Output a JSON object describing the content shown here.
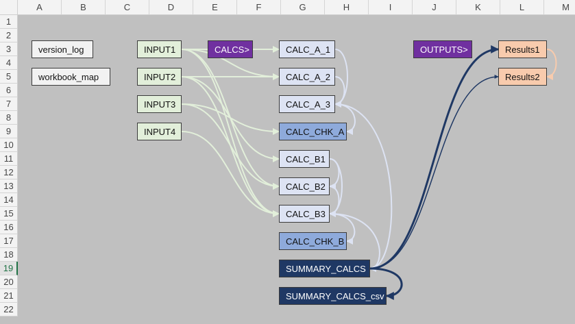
{
  "columns": [
    "A",
    "B",
    "C",
    "D",
    "E",
    "F",
    "G",
    "H",
    "I",
    "J",
    "K",
    "L",
    "M"
  ],
  "rows": [
    1,
    2,
    3,
    4,
    5,
    6,
    7,
    8,
    9,
    10,
    11,
    12,
    13,
    14,
    15,
    16,
    17,
    18,
    19,
    20,
    21,
    22
  ],
  "active_row": 19,
  "nodes": [
    {
      "id": "version_log",
      "label": "version_log",
      "kind": "plain"
    },
    {
      "id": "workbook_map",
      "label": "workbook_map",
      "kind": "plain"
    },
    {
      "id": "INPUT1",
      "label": "INPUT1",
      "kind": "input"
    },
    {
      "id": "INPUT2",
      "label": "INPUT2",
      "kind": "input"
    },
    {
      "id": "INPUT3",
      "label": "INPUT3",
      "kind": "input"
    },
    {
      "id": "INPUT4",
      "label": "INPUT4",
      "kind": "input"
    },
    {
      "id": "CALCS",
      "label": "CALCS>",
      "kind": "section"
    },
    {
      "id": "CALC_A_1",
      "label": "CALC_A_1",
      "kind": "calc"
    },
    {
      "id": "CALC_A_2",
      "label": "CALC_A_2",
      "kind": "calc"
    },
    {
      "id": "CALC_A_3",
      "label": "CALC_A_3",
      "kind": "calc"
    },
    {
      "id": "CALC_CHK_A",
      "label": "CALC_CHK_A",
      "kind": "chk"
    },
    {
      "id": "CALC_B1",
      "label": "CALC_B1",
      "kind": "calc"
    },
    {
      "id": "CALC_B2",
      "label": "CALC_B2",
      "kind": "calc"
    },
    {
      "id": "CALC_B3",
      "label": "CALC_B3",
      "kind": "calc"
    },
    {
      "id": "CALC_CHK_B",
      "label": "CALC_CHK_B",
      "kind": "chk"
    },
    {
      "id": "SUMMARY_CALCS",
      "label": "SUMMARY_CALCS",
      "kind": "summary"
    },
    {
      "id": "SUMMARY_CALCS_csv",
      "label": "SUMMARY_CALCS_csv",
      "kind": "summary"
    },
    {
      "id": "OUTPUTS",
      "label": "OUTPUTS>",
      "kind": "section"
    },
    {
      "id": "Results1",
      "label": "Results1",
      "kind": "result"
    },
    {
      "id": "Results2",
      "label": "Results2",
      "kind": "result"
    }
  ],
  "links": [
    {
      "from": "INPUT1",
      "to": "CALC_A_1",
      "group": "input"
    },
    {
      "from": "INPUT1",
      "to": "CALC_A_2",
      "group": "input"
    },
    {
      "from": "INPUT1",
      "to": "CALC_B2",
      "group": "input"
    },
    {
      "from": "INPUT1",
      "to": "CALC_B3",
      "group": "input"
    },
    {
      "from": "INPUT2",
      "to": "CALC_A_2",
      "group": "input"
    },
    {
      "from": "INPUT2",
      "to": "CALC_B1",
      "group": "input"
    },
    {
      "from": "INPUT2",
      "to": "CALC_B3",
      "group": "input"
    },
    {
      "from": "INPUT3",
      "to": "CALC_CHK_A",
      "group": "input"
    },
    {
      "from": "INPUT3",
      "to": "CALC_B2",
      "group": "input"
    },
    {
      "from": "INPUT4",
      "to": "CALC_B3",
      "group": "input"
    },
    {
      "from": "CALC_A_1",
      "to": "CALC_A_3",
      "group": "calc"
    },
    {
      "from": "CALC_A_2",
      "to": "CALC_A_3",
      "group": "calc"
    },
    {
      "from": "CALC_A_3",
      "to": "CALC_CHK_A",
      "group": "calc"
    },
    {
      "from": "CALC_A_3",
      "to": "SUMMARY_CALCS",
      "group": "calc"
    },
    {
      "from": "CALC_B1",
      "to": "CALC_B2",
      "group": "calc"
    },
    {
      "from": "CALC_B1",
      "to": "CALC_B3",
      "group": "calc"
    },
    {
      "from": "CALC_B2",
      "to": "CALC_B3",
      "group": "calc"
    },
    {
      "from": "CALC_B3",
      "to": "CALC_CHK_B",
      "group": "calc"
    },
    {
      "from": "CALC_B3",
      "to": "SUMMARY_CALCS",
      "group": "calc"
    },
    {
      "from": "SUMMARY_CALCS",
      "to": "Results1",
      "group": "summary"
    },
    {
      "from": "SUMMARY_CALCS",
      "to": "Results2",
      "group": "summary-thin"
    },
    {
      "from": "SUMMARY_CALCS",
      "to": "SUMMARY_CALCS_csv",
      "group": "summary"
    },
    {
      "from": "Results1",
      "to": "Results2",
      "group": "result"
    }
  ],
  "colors": {
    "input_link": "#e2efda",
    "calc_link": "#dde3f3",
    "summary_link": "#1f3864",
    "result_link": "#f8cbad"
  }
}
